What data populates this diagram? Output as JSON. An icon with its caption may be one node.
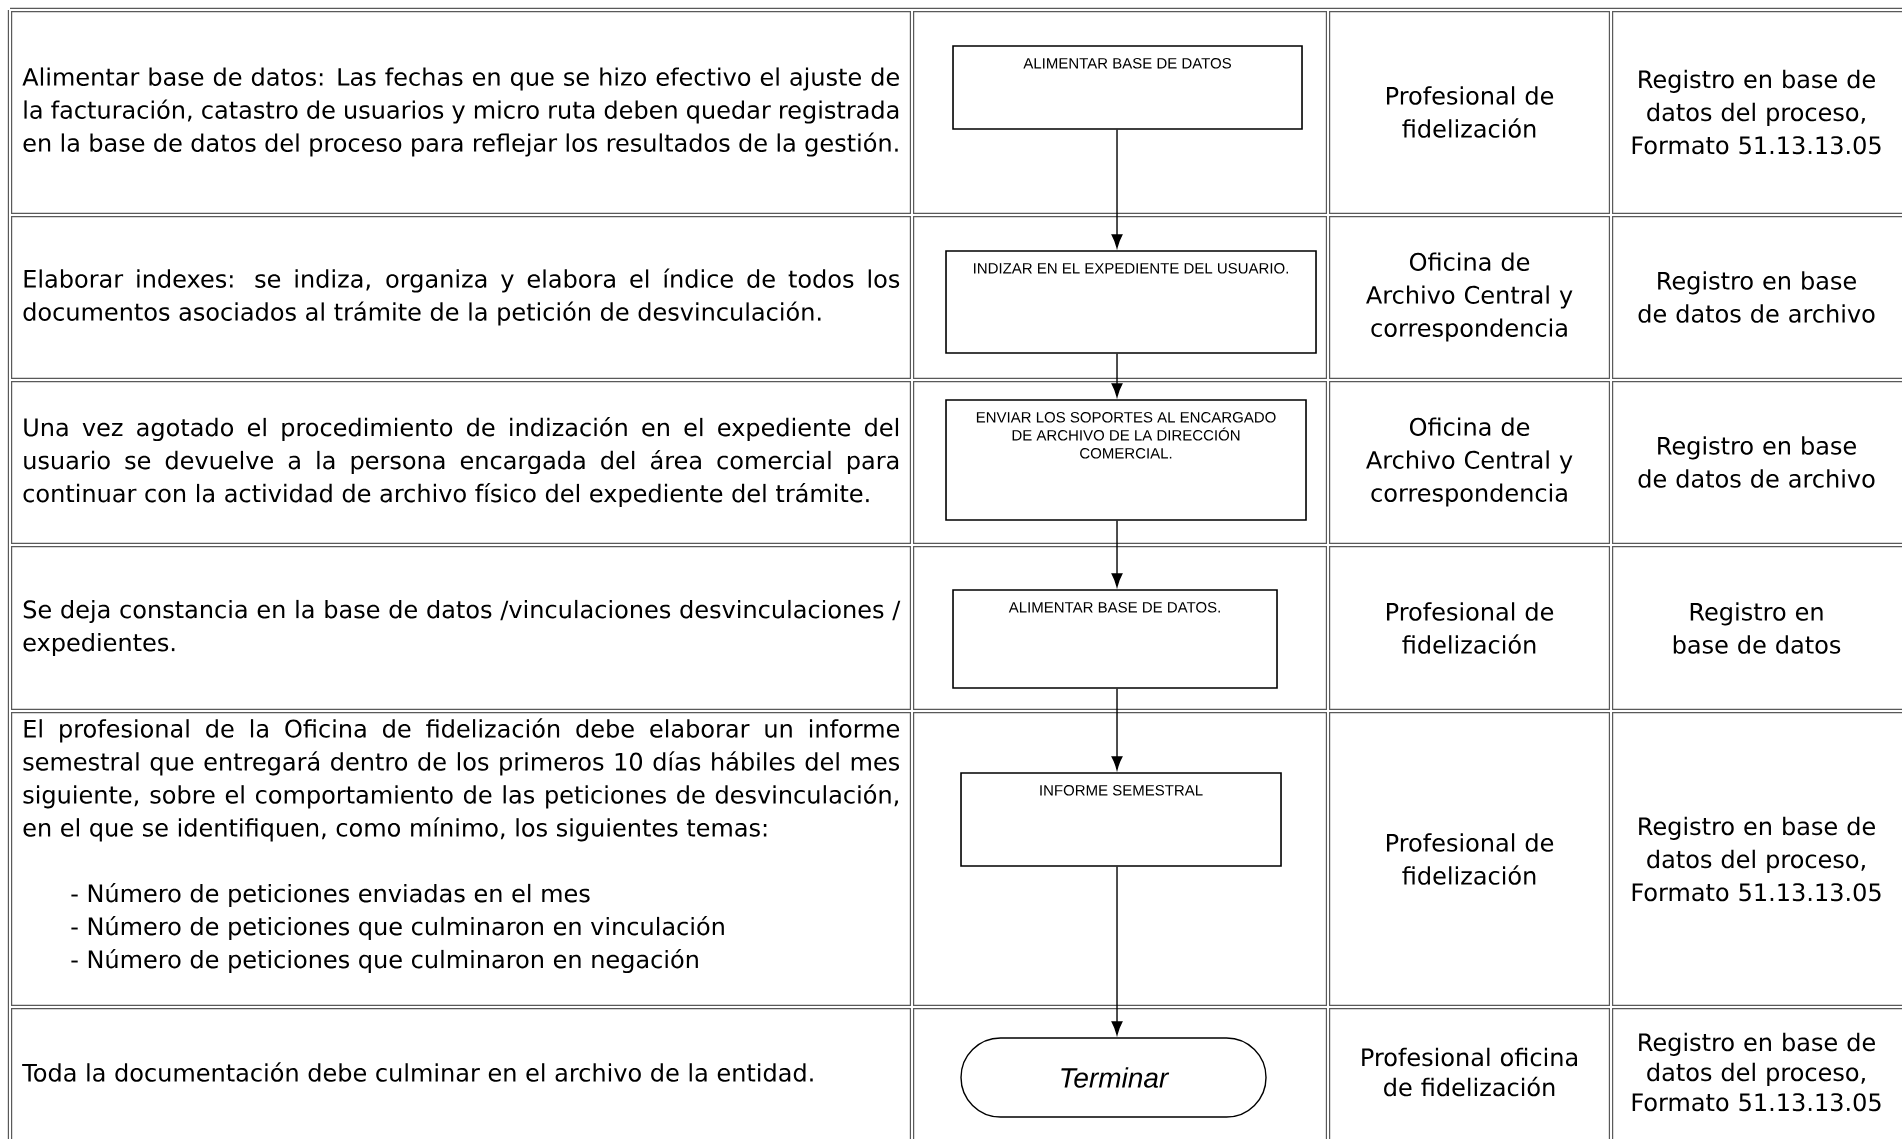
{
  "diagram": {
    "nodes": [
      {
        "text": [
          "ALIMENTAR BASE DE DATOS"
        ]
      },
      {
        "text": [
          "INDIZAR EN EL EXPEDIENTE DEL USUARIO."
        ]
      },
      {
        "text": [
          "ENVIAR LOS SOPORTES AL ENCARGADO DE ARCHIVO DE LA DIRECCIÓN COMERCIAL."
        ]
      },
      {
        "text": [
          "ALIMENTAR BASE DE DATOS."
        ]
      },
      {
        "text": [
          "INFORME SEMESTRAL"
        ]
      },
      {
        "text": [
          "Terminar"
        ]
      }
    ],
    "edges": [
      {
        "from": 0,
        "to": 1,
        "arrow": "to"
      },
      {
        "from": 1,
        "to": 2,
        "arrow": "to"
      },
      {
        "from": 2,
        "to": 3,
        "arrow": "to"
      },
      {
        "from": 3,
        "to": 4,
        "arrow": "to"
      },
      {
        "from": 4,
        "to": 5,
        "arrow": "to"
      }
    ],
    "labels": [
      "Alimentar base de datos: Las fechas en que se hizo efectivo el ajuste de la facturación, catastro de usuarios y micro ruta deben quedar registrada en la base de datos del proceso para reflejar los resultados de la gestión.",
      "Profesional de fidelización",
      "Registro en base de datos del proceso, Formato 51.13.13.05",
      "Elaborar indexes: se indiza, organiza y elabora el índice de todos los documentos asociados al trámite de la petición de desvinculación.",
      "Oficina de Archivo Central y correspondencia",
      "Registro en base de datos de archivo",
      "Una vez agotado el procedimiento de indización en el expediente del usuario se devuelve a la persona encargada del área comercial para continuar con la actividad de archivo físico del expediente del trámite.",
      "Oficina de Archivo Central y correspondencia",
      "Registro en base de datos de archivo",
      "Se deja constancia en la base de datos /vinculaciones desvinculaciones / expedientes.",
      "Profesional de fidelización",
      "Registro en base de datos",
      "El profesional de la Oficina de fidelización debe elaborar un informe semestral que entregará dentro de los primeros 10 días hábiles del mes siguiente, sobre el comportamiento de las peticiones de desvinculación, en el que se identifiquen, como mínimo, los siguientes temas:",
      "- Número de peticiones enviadas en el mes",
      "- Número de peticiones que culminaron en vinculación",
      "- Número de peticiones que culminaron en negación",
      "Profesional de fidelización",
      "Registro en base de datos del proceso, Formato 51.13.13.05",
      "Toda la documentación debe culminar en el archivo de la entidad.",
      "Profesional oficina de fidelización",
      "Registro en base de datos del proceso, Formato 51.13.13.05"
    ]
  }
}
